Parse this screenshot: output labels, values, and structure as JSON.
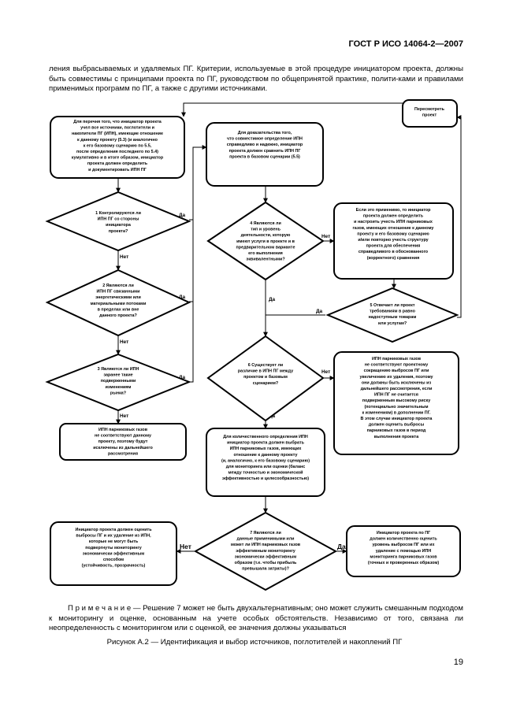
{
  "header": "ГОСТ Р ИСО 14064-2—2007",
  "intro": "ления выбрасываемых и удаляемых ПГ. Критерии, используемые в этой процедуре инициатором проекта, должны быть совместимы с принципами проекта по ПГ, руководством по общепринятой практике, полити-ками и правилами применимых программ по ПГ, а также с другими источниками.",
  "labels": {
    "yes": "Да",
    "no": "Нет"
  },
  "nodes": {
    "box_start": [
      "Для перечня того, что инициатор проекта",
      "учел все источники, поглотители и",
      "накопители ПГ (ИПН), имеющие отношение",
      "к данному проекту (5.3) (и аналогично",
      "к его базовому сценарию по 5.5,",
      "после определения последнего по 5.4)",
      "кумулятивно и в итоге образом, инициатор",
      "проекта должен определить",
      "и документировать ИПН ПГ"
    ],
    "box_review": [
      "Пересмотреть",
      "проект"
    ],
    "box_cmp": [
      "Для доказательства того,",
      "что совместимое определение ИПН",
      "справедливо и надежно, инициатор",
      "проекта должен сравнить ИПН ПГ",
      "проекта в базовом сценарии (5.5)"
    ],
    "d1": [
      "1 Контролируются ли",
      "ИПН ПГ со стороны",
      "инициатора",
      "проекта?"
    ],
    "d2": [
      "2 Являются ли",
      "ИПН ПГ связанными",
      "энергетическими или",
      "материальными потоками",
      "в пределах или вне",
      "данного проекта?"
    ],
    "d3": [
      "3 Являются ли ИПН",
      "заранее такие",
      "подверженными",
      "изменениям",
      "рынка?"
    ],
    "box_excl": [
      "ИПН парниковых газов",
      "не соответствуют данному",
      "проекту, поэтому будут",
      "исключены из дальнейшего",
      "рассмотрения"
    ],
    "d4": [
      "4 Являются ли",
      "тип и уровень",
      "деятельности, которую",
      "имеют услуги в проекте и в",
      "предварительном варианте",
      "его выполнения",
      "эквивалентными?"
    ],
    "box_adjust": [
      "Если это применимо, то инициатор",
      "проекта должен определить",
      "и настроить учесть ИПН парниковых",
      "газов, имеющих отношение к данному",
      "проекту и его базовому сценарию",
      "и/или повторно учесть структуру",
      "проекта для обеспечения",
      "справедливого в обоснованного",
      "(корректного) сравнения"
    ],
    "d5": [
      "5 Отвечает ли проект",
      "требованиям в равно",
      "надоступным товарам",
      "или услугам?"
    ],
    "d6": [
      "6 Существует ли",
      "различие в ИПН ПГ между",
      "проектом и базовым",
      "сценарием?"
    ],
    "box_nodiff": [
      "ИПН парниковых газов",
      "не соответствуют проектному",
      "сокращению выбросов ПГ или",
      "увеличению их удаления, поэтому",
      "они должны быть исключены из",
      "дальнейшего рассмотрения, если",
      "ИПН ПГ не считается",
      "подверженным высокому риску",
      "(потенциально значительным",
      "к изменениям) в дополнении ПГ.",
      "В этом случае инициатор проекта",
      "должен оценить выбросы",
      "парниковых газов в период",
      "выполнения проекта"
    ],
    "box_quant": [
      "Для количественного определения ИПН",
      "инициатор проекта должен выбрать",
      "ИПН парниковых газов, имеющих",
      "отношение к данному проекту",
      "(и, аналогично, к его базовому сценарию)",
      "для мониторинга или оценки (баланс",
      "между точностью и экономической",
      "эффективностью и целесообразностью)"
    ],
    "d7": [
      "7 Являются ли",
      "данные применимыми или",
      "может ли ИПН парниковых газов",
      "эффективным мониторингу",
      "экономически эффективным",
      "образом (т.е. чтобы прибыль",
      "превышала затраты)?"
    ],
    "box_left": [
      "Инициатор проекта должен оценить",
      "выбросы ПГ и их удаление из ИПН,",
      "которые не могут быть",
      "подвергнуты мониторингу",
      "экономически эффективным",
      "способом",
      "(устойчивость, прозрачность)"
    ],
    "box_right": [
      "Инициатор проекта по ПГ",
      "должен количественно оценить",
      "уровень выбросов ПГ или их",
      "удаление с помощью ИПН",
      "мониторинга парниковых газов",
      "(точных и проверенных образом)"
    ]
  },
  "note": "П р и м е ч а н и е — Решение 7 может не быть двухальтернативным; оно может служить смешанным подходом к мониторингу и оценке, основанным на учете особых обстоятельств. Независимо от того, связана ли неопределенность с мониторингом или с оценкой, ее значения должны указываться",
  "caption": "Рисунок А.2 — Идентификация и выбор источников, поглотителей и накоплений ПГ",
  "page_number": "19"
}
